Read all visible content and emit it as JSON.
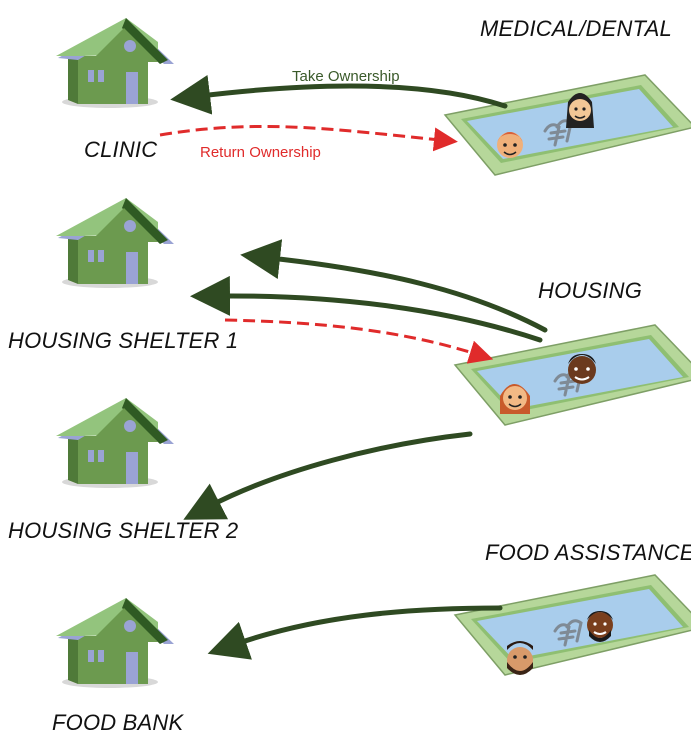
{
  "colors": {
    "take_ownership": "#3a5a2a",
    "return_ownership": "#e02b2b",
    "pool_border": "#b6d79a",
    "pool_water": "#a9cdec",
    "house_wall": "#6c9a4f",
    "house_roof": "#93c47d",
    "house_trim": "#9aa3d4"
  },
  "arrow_text": {
    "take_ownership": "Take Ownership",
    "return_ownership": "Return Ownership"
  },
  "places": {
    "clinic": "CLINIC",
    "housing_shelter_1": "HOUSING SHELTER 1",
    "housing_shelter_2": "HOUSING SHELTER 2",
    "food_bank": "FOOD BANK"
  },
  "pools": {
    "medical": "MEDICAL/DENTAL",
    "housing": "HOUSING",
    "food": "FOOD ASSISTANCE"
  }
}
